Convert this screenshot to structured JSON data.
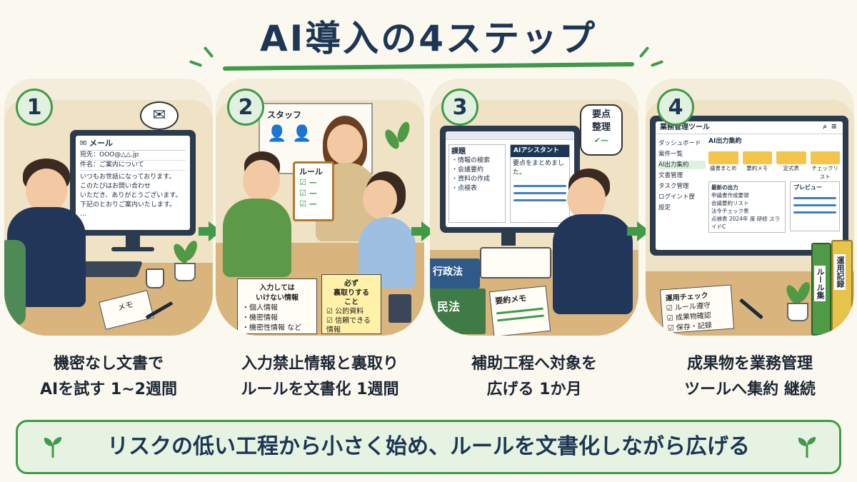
{
  "title": "AI導入の4ステップ",
  "steps": [
    {
      "number": "1",
      "caption_line1": "機密なし文書で",
      "caption_line2": "AIを試す 1~2週間",
      "mail_title": "メール",
      "mail_to": "宛先：OOO@△△.jp",
      "mail_subject": "件名：ご案内について",
      "mail_body_1": "いつもお世話になっております。",
      "mail_body_2": "このたびはお問い合わせ",
      "mail_body_3": "いただき、ありがとうございます。",
      "mail_body_4": "下記のとおりご案内いたします。",
      "mail_body_5": "…",
      "memo": "メモ"
    },
    {
      "number": "2",
      "caption_line1": "入力禁止情報と裏取り",
      "caption_line2": "ルールを文書化 1週間",
      "board_title": "スタッフ",
      "clipboard_title": "ルール",
      "ng_title_1": "入力しては",
      "ng_title_2": "いけない情報",
      "ng_items": [
        "・個人情報",
        "・機密情報",
        "・機密性情報 など"
      ],
      "check_title_1": "必ず",
      "check_title_2": "裏取りする",
      "check_title_3": "こと",
      "check_items": [
        "☑ 公的資料",
        "☑ 信頼できる情報"
      ]
    },
    {
      "number": "3",
      "caption_line1": "補助工程へ対象を",
      "caption_line2": "広げる 1か月",
      "bubble_1": "要点",
      "bubble_2": "整理",
      "topics_title": "課題",
      "topics": [
        "・情報の検索",
        "・会議要約",
        "・資料の作成",
        "・点検表"
      ],
      "assistant_title": "AIアシスタント",
      "assistant_text": "要点をまとめました。",
      "book_1": "行政法",
      "book_2": "民法",
      "memo": "要約メモ"
    },
    {
      "number": "4",
      "caption_line1": "成果物を業務管理",
      "caption_line2": "ツールへ集約 継続",
      "app_title": "業務管理ツール",
      "nav": [
        "ダッシュボード",
        "案件一覧",
        "AI出力集約",
        "文書管理",
        "タスク管理",
        "ログイント歴",
        "設定"
      ],
      "section_title": "AI出力集約",
      "folders": [
        "議書まとめ",
        "要約メモ",
        "定式表",
        "チェックリスト"
      ],
      "recent_title": "最新の出力",
      "recent": [
        "申議書作成要領",
        "会議要約リスト",
        "法令チェック表",
        "点検表 2024年 度 研修 スライドC"
      ],
      "preview_title": "プレビュー",
      "checklist_title": "運用チェック",
      "checklist": [
        "☑ ルール遵守",
        "☑ 成果物確認",
        "☑ 保存・記録"
      ],
      "binder_1": "ルール集",
      "binder_2": "運用記録"
    }
  ],
  "bottom_message": "リスクの低い工程から小さく始め、ルールを文書化しながら広げる",
  "colors": {
    "accent": "#3f9a4a",
    "navy": "#1c3654",
    "background": "#fbf8f0"
  }
}
